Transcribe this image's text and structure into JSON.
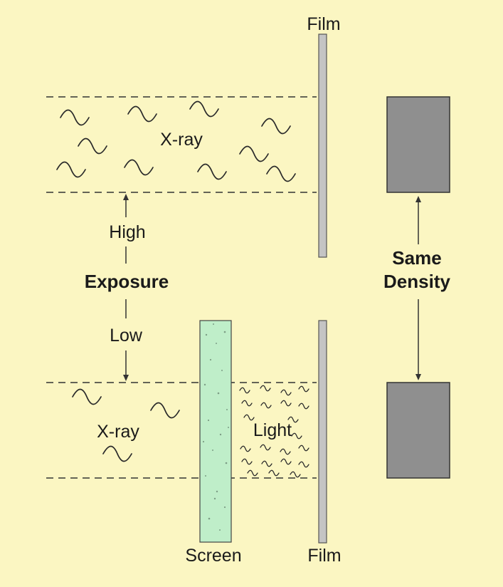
{
  "labels": {
    "film_top": "Film",
    "film_bottom": "Film",
    "xray_top": "X-ray",
    "xray_bottom": "X-ray",
    "light": "Light",
    "screen": "Screen",
    "high": "High",
    "low": "Low",
    "exposure": "Exposure",
    "same": "Same",
    "density": "Density"
  },
  "colors": {
    "background": "#fbf6c2",
    "film": "#c4c4c4",
    "screen": "#bfeec9",
    "density_block": "#8f8f8f"
  }
}
